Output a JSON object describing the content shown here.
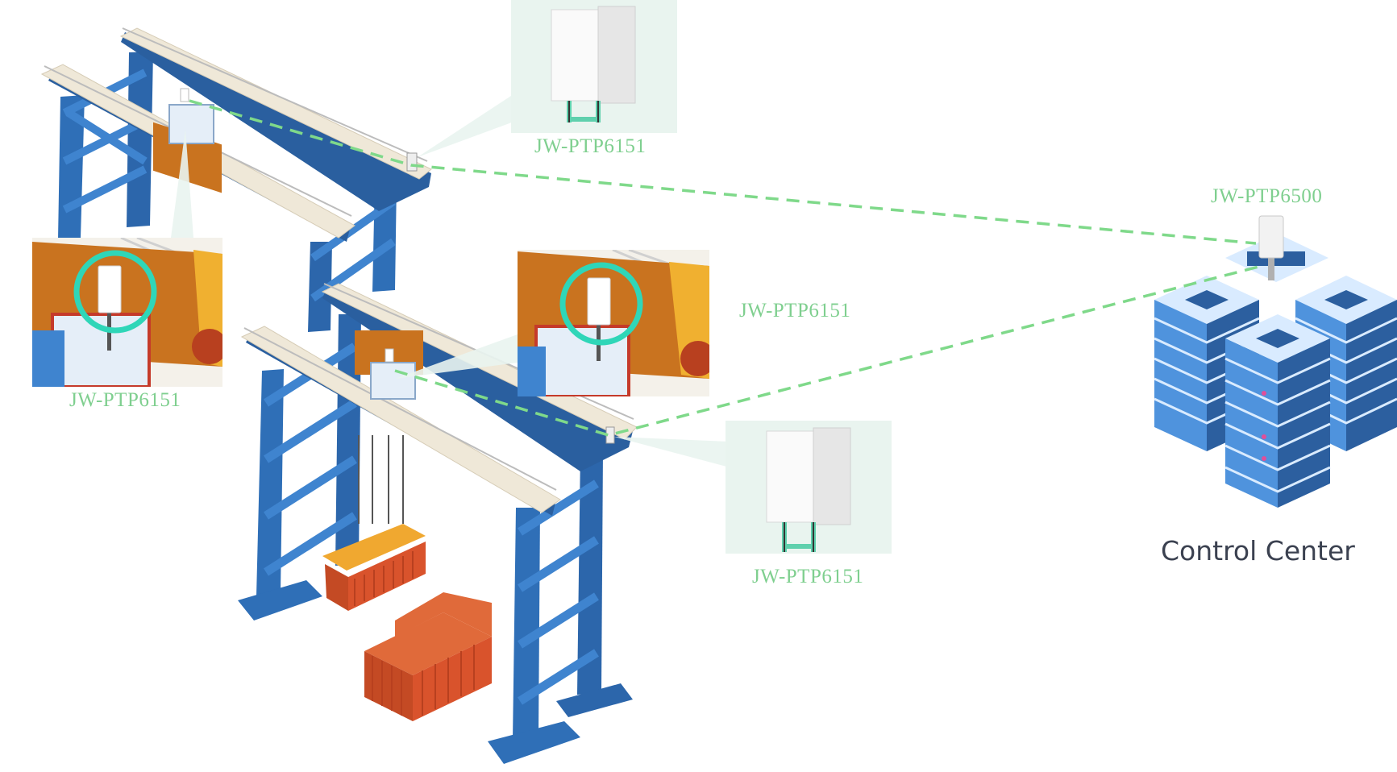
{
  "labels": {
    "top_ptp": "JW-PTP6151",
    "left_zoom": "JW-PTP6151",
    "mid_zoom": "JW-PTP6151",
    "bottom_ptp": "JW-PTP6151",
    "base_station": "JW-PTP6500",
    "control_center": "Control Center"
  },
  "colors": {
    "crane_blue": "#2f6fb7",
    "crane_dark": "#1f4f8f",
    "walkway": "#efe8d8",
    "trolley": "#c9731f",
    "link": "#7fd98a",
    "highlight": "#2fd6b8",
    "server_light": "#d9ebff",
    "server_mid": "#4f93dd",
    "server_dark": "#2c5f9f",
    "container": "#d9532c"
  }
}
